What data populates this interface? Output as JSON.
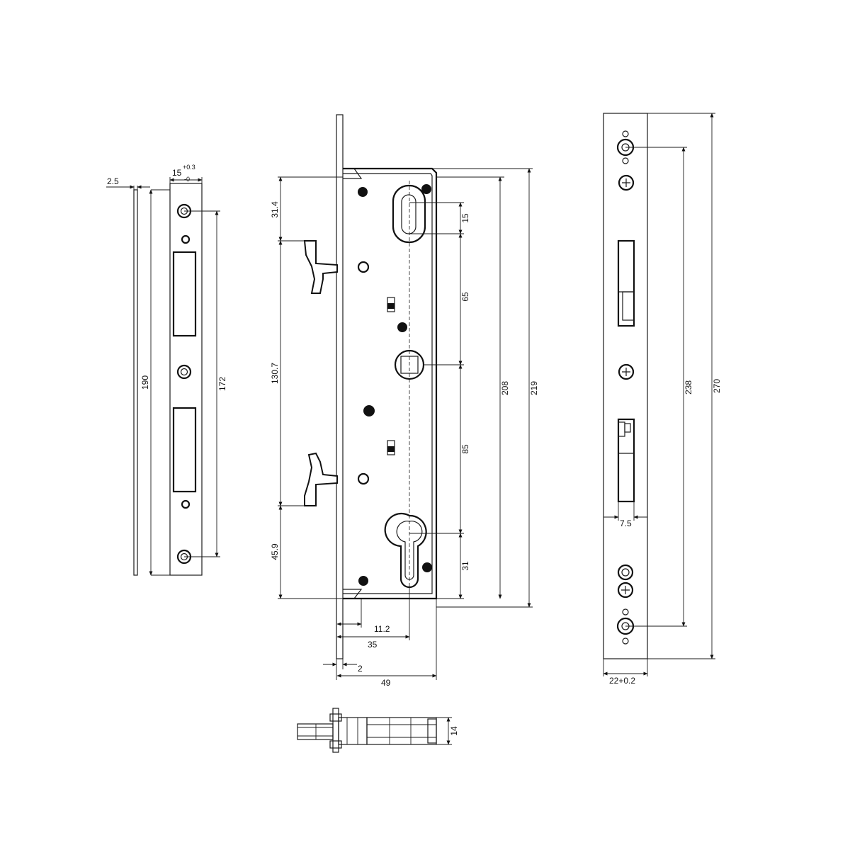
{
  "strike_plate": {
    "thickness": "2.5",
    "width": "15",
    "width_tol_upper": "+0.3",
    "width_tol_lower": "-0",
    "length": "190",
    "hole_spacing": "172"
  },
  "lock_body": {
    "dims": {
      "top_to_hook": "31.4",
      "hook_spacing": "130.7",
      "hook_to_bottom": "45.9",
      "slot_length": "15",
      "slot_to_follower": "65",
      "follower_to_cylinder": "85",
      "cylinder_to_bottom": "31",
      "case_height": "208",
      "overall_height": "219",
      "dim_11_2": "11.2",
      "backset": "35",
      "faceplate_thickness": "2",
      "case_depth": "49"
    }
  },
  "faceplate": {
    "length": "270",
    "fixing_spacing": "238",
    "latch_offset": "7.5",
    "width": "22+0.2"
  },
  "bolt": {
    "height": "14"
  }
}
